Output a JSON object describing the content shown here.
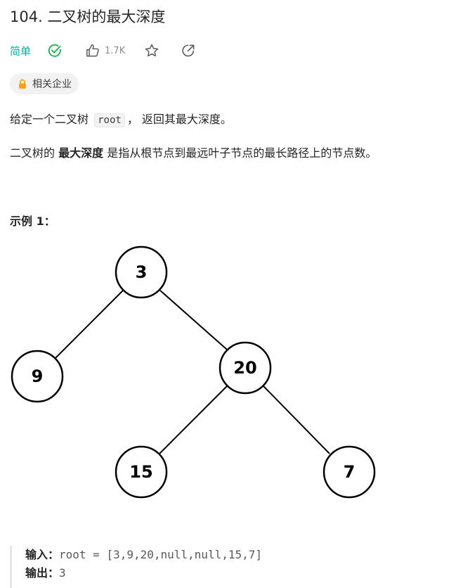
{
  "problem": {
    "title": "104. 二叉树的最大深度",
    "difficulty": "简单",
    "likes": "1.7K",
    "tag_label": "相关企业"
  },
  "description": {
    "p1_before": "给定一个二叉树 ",
    "p1_code": "root",
    "p1_after": "， 返回其最大深度。",
    "p2_before": "二叉树的 ",
    "p2_bold": "最大深度",
    "p2_after": " 是指从根节点到最远叶子节点的最长路径上的节点数。"
  },
  "example": {
    "heading": "示例 1：",
    "tree_nodes": [
      "3",
      "9",
      "20",
      "15",
      "7"
    ],
    "input_label": "输入：",
    "input_value": "root = [3,9,20,null,null,15,7]",
    "output_label": "输出：",
    "output_value": "3"
  },
  "colors": {
    "difficulty": "#00af9b",
    "solved_check": "#2db55d",
    "lock": "#ffa116",
    "icon_gray": "#595959"
  },
  "icons": {
    "solved": "check-circle-icon",
    "like": "thumbs-up-icon",
    "favorite": "star-icon",
    "share": "share-icon",
    "tag": "lock-icon"
  }
}
